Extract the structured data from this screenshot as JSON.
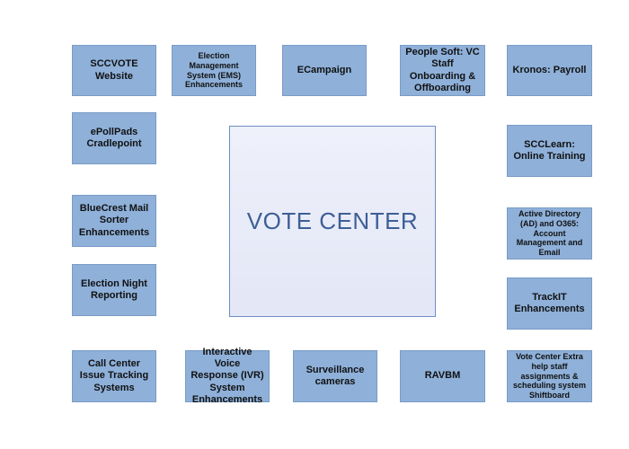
{
  "center": {
    "label": "VOTE CENTER"
  },
  "boxes": {
    "sccvote_website": "SCCVOTE Website",
    "ems_enhancements": "Election Management System (EMS) Enhancements",
    "ecampaign": "ECampaign",
    "peoplesoft": "People Soft: VC Staff Onboarding & Offboarding",
    "kronos": "Kronos: Payroll",
    "epollpads": "ePollPads Cradlepoint",
    "scclearn": "SCCLearn: Online Training",
    "bluecrest": "BlueCrest Mail Sorter Enhancements",
    "active_directory": "Active Directory (AD) and O365: Account Management and Email",
    "election_night": "Election Night Reporting",
    "trackit": "TrackIT Enhancements",
    "call_center": "Call Center Issue Tracking Systems",
    "ivr": "Interactive Voice Response (IVR) System Enhancements",
    "surveillance": "Surveillance cameras",
    "ravbm": "RAVBM",
    "shiftboard": "Vote Center Extra help staff assignments & scheduling system Shiftboard"
  },
  "colors": {
    "box_fill": "#8eb0d9",
    "center_fill": "#e8ebf8",
    "center_text": "#3d5f96"
  }
}
